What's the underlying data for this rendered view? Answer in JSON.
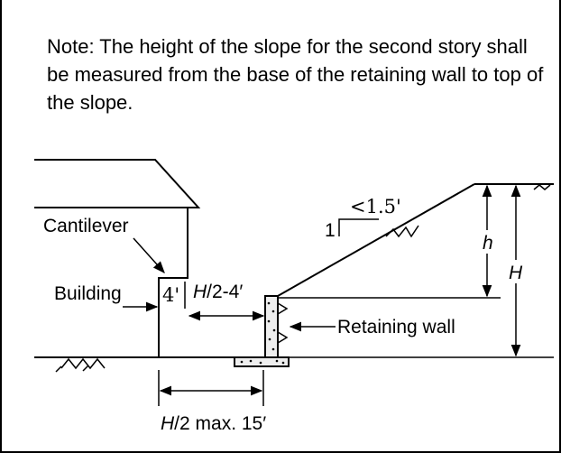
{
  "note": "Note:  The height of the slope for the second story shall be measured from the base of the retaining wall to top of the slope.",
  "labels": {
    "cantilever": "Cantilever",
    "building": "Building",
    "four_ft": "4'",
    "setback_italic": "H",
    "setback_rest": "/2-4′",
    "retaining_wall": "Retaining wall",
    "max_italic": "H",
    "max_rest": "/2 max. 15′",
    "slope_ratio": "<1.5'",
    "slope_one": "1",
    "h_small": "h",
    "h_big": "H"
  }
}
